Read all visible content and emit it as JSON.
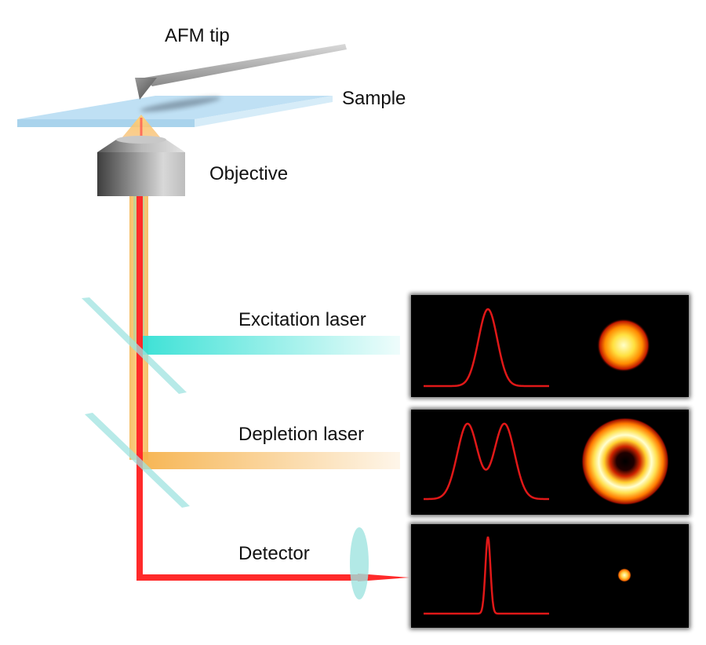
{
  "labels": {
    "afm_tip": "AFM tip",
    "sample": "Sample",
    "objective": "Objective",
    "excitation_laser": "Excitation laser",
    "depletion_laser": "Depletion laser",
    "detector": "Detector"
  },
  "colors": {
    "detection_beam": "#ff2a2a",
    "excitation_beam": "#39e6d8",
    "depletion_beam": "#f7b955",
    "profile_curve": "#e01818",
    "panel_background": "#000000",
    "sample_slide": "#b5daf0",
    "optics_glass": "#9fe3e0"
  },
  "panels": [
    {
      "name": "excitation",
      "profile": "gaussian",
      "spot": "disc"
    },
    {
      "name": "depletion",
      "profile": "double-peak",
      "spot": "donut"
    },
    {
      "name": "detection",
      "profile": "narrow-gaussian",
      "spot": "small-point"
    }
  ]
}
